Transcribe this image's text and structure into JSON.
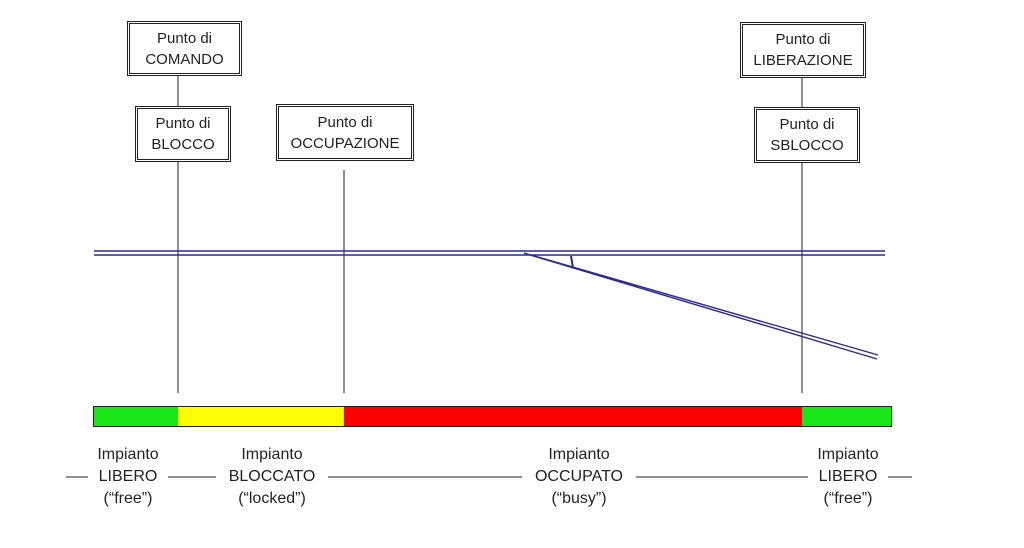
{
  "colors": {
    "free": "#19e619",
    "locked": "#ffff00",
    "busy": "#ff0000",
    "track": "#2b2b8c",
    "line": "#222222"
  },
  "points": {
    "command": {
      "line1": "Punto di",
      "line2": "COMANDO"
    },
    "block": {
      "line1": "Punto di",
      "line2": "BLOCCO"
    },
    "occupation": {
      "line1": "Punto di",
      "line2": "OCCUPAZIONE"
    },
    "release": {
      "line1": "Punto di",
      "line2": "LIBERAZIONE"
    },
    "unblock": {
      "line1": "Punto di",
      "line2": "SBLOCCO"
    }
  },
  "states": [
    {
      "id": "free-1",
      "line1": "Impianto",
      "line2": "LIBERO",
      "line3": "(“free”)",
      "color": "free"
    },
    {
      "id": "locked",
      "line1": "Impianto",
      "line2": "BLOCCATO",
      "line3": "(“locked”)",
      "color": "locked"
    },
    {
      "id": "busy",
      "line1": "Impianto",
      "line2": "OCCUPATO",
      "line3": "(“busy”)",
      "color": "busy"
    },
    {
      "id": "free-2",
      "line1": "Impianto",
      "line2": "LIBERO",
      "line3": "(“free”)",
      "color": "free"
    }
  ]
}
